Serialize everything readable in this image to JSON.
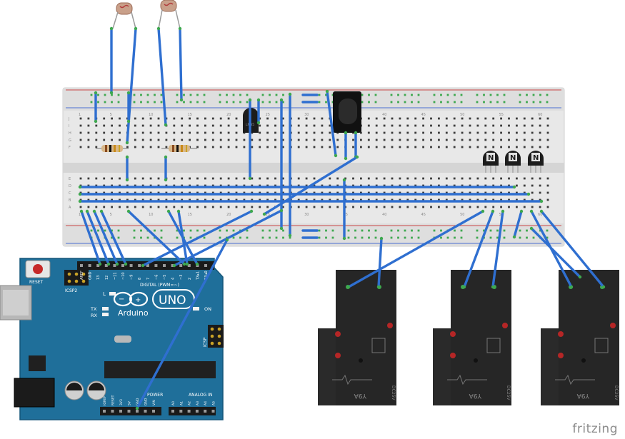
{
  "app": {
    "brand": "fritzing",
    "colors": {
      "board": "#1f6f9a",
      "boardDark": "#17597c",
      "wire": "#2f6fd0",
      "breadboard": "#e6e6e6",
      "relay": "#2a2a2a",
      "pinGreen": "#3ea84f"
    }
  },
  "arduino": {
    "logo": "Arduino",
    "model": "UNO",
    "reset": "RESET",
    "icsp": "ICSP",
    "icsp2": "ICSP2",
    "digital": "DIGITAL (PWM=~)",
    "power": "POWER",
    "analog": "ANALOG IN",
    "on": "ON",
    "tx": "TX",
    "rx": "RX",
    "l": "L",
    "digitalPins": [
      "AREF",
      "GND",
      "13",
      "12",
      "~11",
      "~10",
      "~9",
      "8",
      "7",
      "~6",
      "~5",
      "4",
      "~3",
      "2",
      "TX▸1",
      "RX◂0"
    ],
    "powerPins": [
      "IOREF",
      "RESET",
      "3V3",
      "5V",
      "GND",
      "GND",
      "VIN"
    ],
    "analogPins": [
      "A0",
      "A1",
      "A2",
      "A3",
      "A4",
      "A5"
    ]
  },
  "relays": [
    {
      "label": "Y9A",
      "voltage": "DC25V"
    },
    {
      "label": "Y9A",
      "voltage": "DC25V"
    },
    {
      "label": "Y9A",
      "voltage": "DC25V"
    }
  ],
  "breadboard": {
    "columnNumbers": [
      "1",
      "5",
      "10",
      "15",
      "20",
      "25",
      "30",
      "35",
      "40",
      "45",
      "50",
      "55",
      "60"
    ],
    "rowLetters": [
      "J",
      "I",
      "H",
      "G",
      "F",
      "E",
      "D",
      "C",
      "B",
      "A"
    ]
  },
  "transistors": [
    {
      "label": "N"
    },
    {
      "label": "N"
    },
    {
      "label": "N"
    }
  ],
  "sensor": {
    "label": "LM35"
  }
}
